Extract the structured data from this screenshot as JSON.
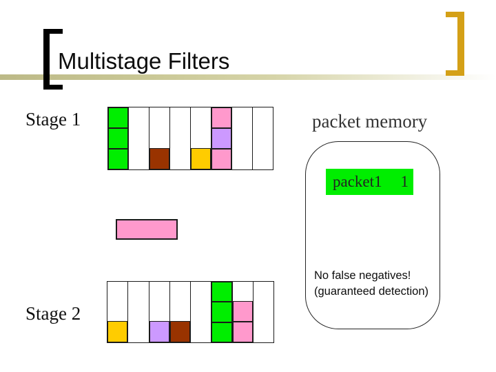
{
  "slide": {
    "title": "Multistage Filters"
  },
  "stages": {
    "stage1": {
      "label": "Stage 1",
      "grid": [
        [
          "green",
          "green",
          "green"
        ],
        [
          null,
          null,
          null
        ],
        [
          null,
          null,
          "brown"
        ],
        [
          null,
          null,
          null
        ],
        [
          null,
          null,
          "yellow"
        ],
        [
          "pink",
          "purple",
          "pink"
        ],
        [
          null,
          null,
          null
        ],
        [
          null,
          null,
          null
        ]
      ]
    },
    "stage2": {
      "label": "Stage 2",
      "grid": [
        [
          null,
          null,
          "yellow"
        ],
        [
          null,
          null,
          null
        ],
        [
          null,
          null,
          "purple"
        ],
        [
          null,
          null,
          "brown"
        ],
        [
          null,
          null,
          null
        ],
        [
          "green",
          "green",
          "green"
        ],
        [
          null,
          "pink",
          "pink"
        ],
        [
          null,
          null,
          null
        ]
      ]
    }
  },
  "stray_packet": {
    "color": "pink"
  },
  "memory_panel": {
    "heading": "packet memory",
    "entry": {
      "label": "packet1",
      "count": "1",
      "highlight": "green"
    },
    "note_line1": "No false negatives!",
    "note_line2": "(guaranteed detection)"
  },
  "colors": {
    "green": "#00ee00",
    "pink": "#ff99cc",
    "purple": "#cc99ff",
    "brown": "#993300",
    "yellow": "#ffcc00",
    "bracket_gold": "#d4a017",
    "rule_khaki": "#c9c795"
  }
}
